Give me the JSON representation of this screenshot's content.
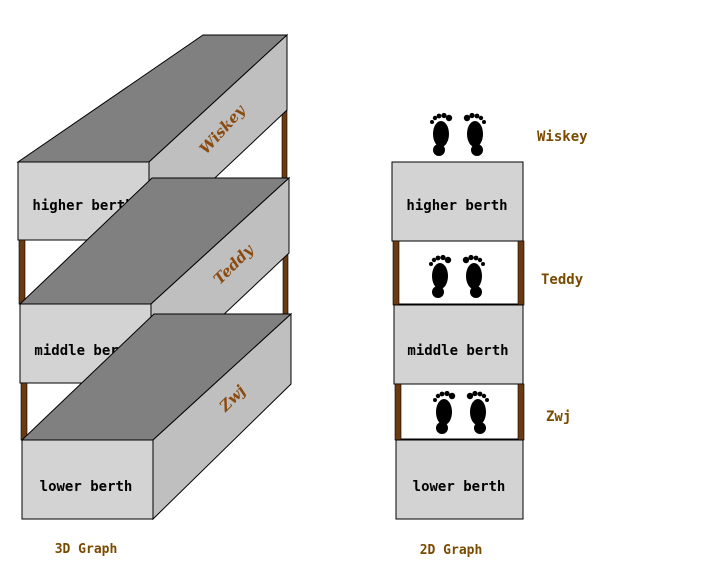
{
  "graph_3d": {
    "caption": "3D Graph",
    "berths": [
      {
        "label": "higher berth",
        "occupant": "Wiskey"
      },
      {
        "label": "middle berth",
        "occupant": "Teddy"
      },
      {
        "label": "lower berth",
        "occupant": "Zwj"
      }
    ]
  },
  "graph_2d": {
    "caption": "2D Graph",
    "berths": [
      {
        "label": "higher berth"
      },
      {
        "label": "middle berth"
      },
      {
        "label": "lower berth"
      }
    ],
    "occupants": [
      "Wiskey",
      "Teddy",
      "Zwj"
    ],
    "footprint_icon": "footprints-icon"
  },
  "colors": {
    "front_face": "#d3d3d3",
    "top_face": "#808080",
    "side_face": "#bfbfbf",
    "post": "#6b3a10",
    "name_text": "#7a4a00",
    "side_text": "#8b4a10"
  }
}
